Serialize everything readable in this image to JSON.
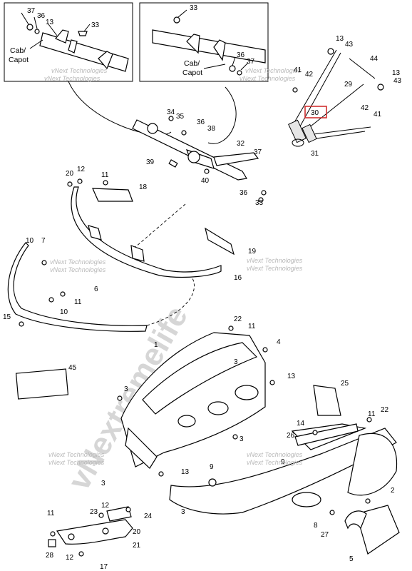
{
  "watermarks": {
    "company": "vNext Technologies",
    "site": "vNext Technologies",
    "diagonal": "vNextremelife"
  },
  "inset_left": {
    "label_line1": "Cab/",
    "label_line2": "Capot",
    "callouts": [
      "37",
      "36",
      "13",
      "33"
    ]
  },
  "inset_right": {
    "label_line1": "Cab/",
    "label_line2": "Capot",
    "callouts": [
      "33",
      "36",
      "37"
    ]
  },
  "highlighted_part": "30",
  "callouts": {
    "c1": "1",
    "c2": "2",
    "c3a": "3",
    "c3b": "3",
    "c3c": "3",
    "c3d": "3",
    "c3e": "3",
    "c4": "4",
    "c5": "5",
    "c6": "6",
    "c7": "7",
    "c8": "8",
    "c9a": "9",
    "c9b": "9",
    "c10a": "10",
    "c10b": "10",
    "c11a": "11",
    "c11b": "11",
    "c11c": "11",
    "c11d": "11",
    "c12a": "12",
    "c12b": "12",
    "c12c": "12",
    "c13a": "13",
    "c13b": "13",
    "c13c": "13",
    "c13d": "13",
    "c14": "14",
    "c15": "15",
    "c16": "16",
    "c17": "17",
    "c18": "18",
    "c19": "19",
    "c20a": "20",
    "c20b": "20",
    "c21": "21",
    "c22a": "22",
    "c22b": "22",
    "c23": "23",
    "c24": "24",
    "c25": "25",
    "c26": "26",
    "c27": "27",
    "c28": "28",
    "c29": "29",
    "c31": "31",
    "c32": "32",
    "c33": "33",
    "c34": "34",
    "c35": "35",
    "c36a": "36",
    "c36b": "36",
    "c37": "37",
    "c38": "38",
    "c39": "39",
    "c40": "40",
    "c41a": "41",
    "c41b": "41",
    "c42a": "42",
    "c42b": "42",
    "c43a": "43",
    "c43b": "43",
    "c44": "44",
    "c45": "45"
  }
}
